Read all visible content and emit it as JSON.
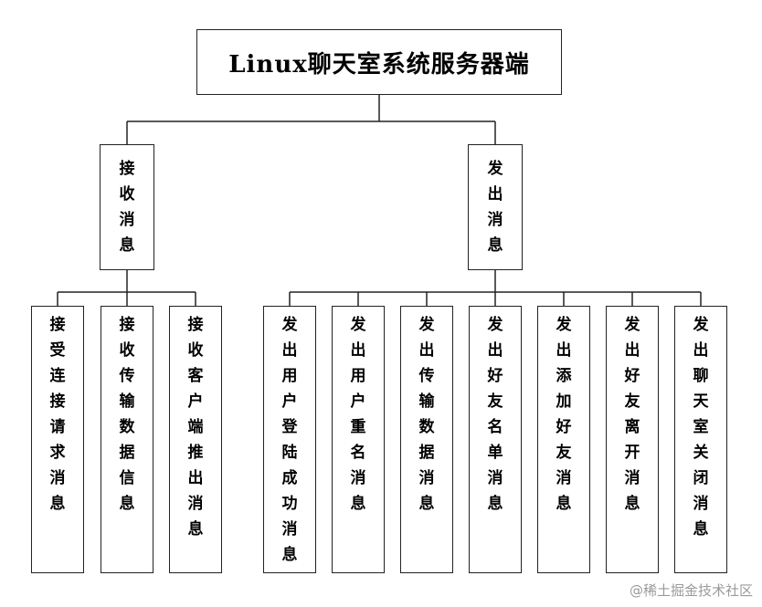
{
  "root": "Linux聊天室系统服务器端",
  "branches": [
    {
      "label": "接收消息",
      "children": [
        "接受连接请求消息",
        "接收传输数据信息",
        "接收客户端推出消息"
      ]
    },
    {
      "label": "发出消息",
      "children": [
        "发出用户登陆成功消息",
        "发出用户重名消息",
        "发出传输数据消息",
        "发出好友名单消息",
        "发出添加好友消息",
        "发出好友离开消息",
        "发出聊天室关闭消息"
      ]
    }
  ],
  "watermark": "@稀土掘金技术社区"
}
